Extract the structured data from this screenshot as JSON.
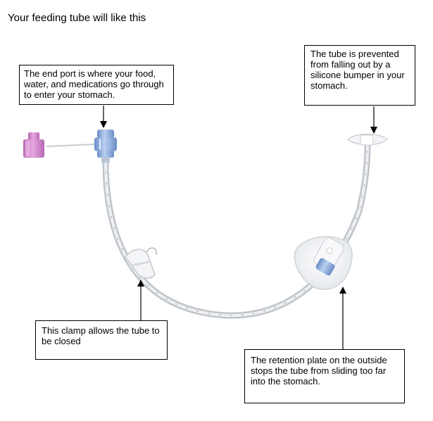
{
  "title": "Your feeding tube will like this",
  "callouts": {
    "end_port": "The end port is where your food, water, and medications go through to enter your stomach.",
    "bumper": "The tube is prevented from falling out by a silicone bumper in your stomach.",
    "clamp": "This clamp allows the tube to be closed",
    "retention_plate": "The retention plate on the outside stops the tube from sliding too far into the stomach."
  },
  "colors": {
    "cap_pink": "#d98bd0",
    "port_blue": "#8fb0de",
    "tube": "#c7ccd2",
    "silicone": "#eeeeee"
  }
}
